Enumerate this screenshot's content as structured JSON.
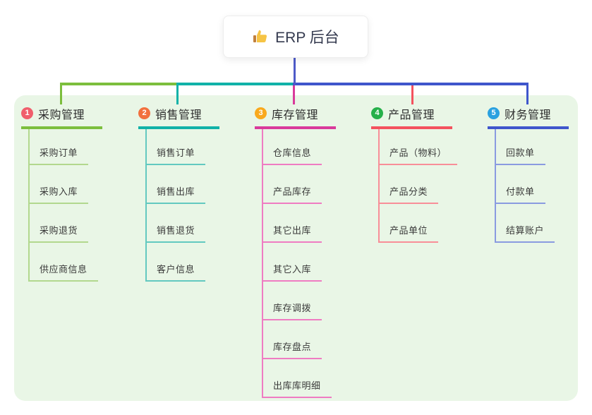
{
  "root": {
    "label": "ERP 后台",
    "icon": "thumbs-up-icon"
  },
  "branches": [
    {
      "index": "1",
      "label": "采购管理",
      "badge_color": "#f05e6c",
      "line_color": "#7cbe3d",
      "child_line_color": "#b2d88e",
      "children": [
        "采购订单",
        "采购入库",
        "采购退货",
        "供应商信息"
      ]
    },
    {
      "index": "2",
      "label": "销售管理",
      "badge_color": "#f2703e",
      "line_color": "#10b2a8",
      "child_line_color": "#63c9c0",
      "children": [
        "销售订单",
        "销售出库",
        "销售退货",
        "客户信息"
      ]
    },
    {
      "index": "3",
      "label": "库存管理",
      "badge_color": "#f9a91d",
      "line_color": "#d93a9b",
      "child_line_color": "#ef7cc2",
      "children": [
        "仓库信息",
        "产品库存",
        "其它出库",
        "其它入库",
        "库存调拨",
        "库存盘点",
        "出库库明细"
      ]
    },
    {
      "index": "4",
      "label": "产品管理",
      "badge_color": "#26b04a",
      "line_color": "#f4525e",
      "child_line_color": "#f88e98",
      "children": [
        "产品（物料）",
        "产品分类",
        "产品单位"
      ]
    },
    {
      "index": "5",
      "label": "财务管理",
      "badge_color": "#2aa1e0",
      "line_color": "#3f56cc",
      "child_line_color": "#8a9be0",
      "children": [
        "回款单",
        "付款单",
        "结算账户"
      ]
    }
  ],
  "colors": {
    "panel_bg": "#e9f6e6",
    "root_line": "#4e5bc8",
    "card_bg": "#ffffff",
    "root_text": "#343a4f",
    "child_text": "#3a3a3a"
  }
}
